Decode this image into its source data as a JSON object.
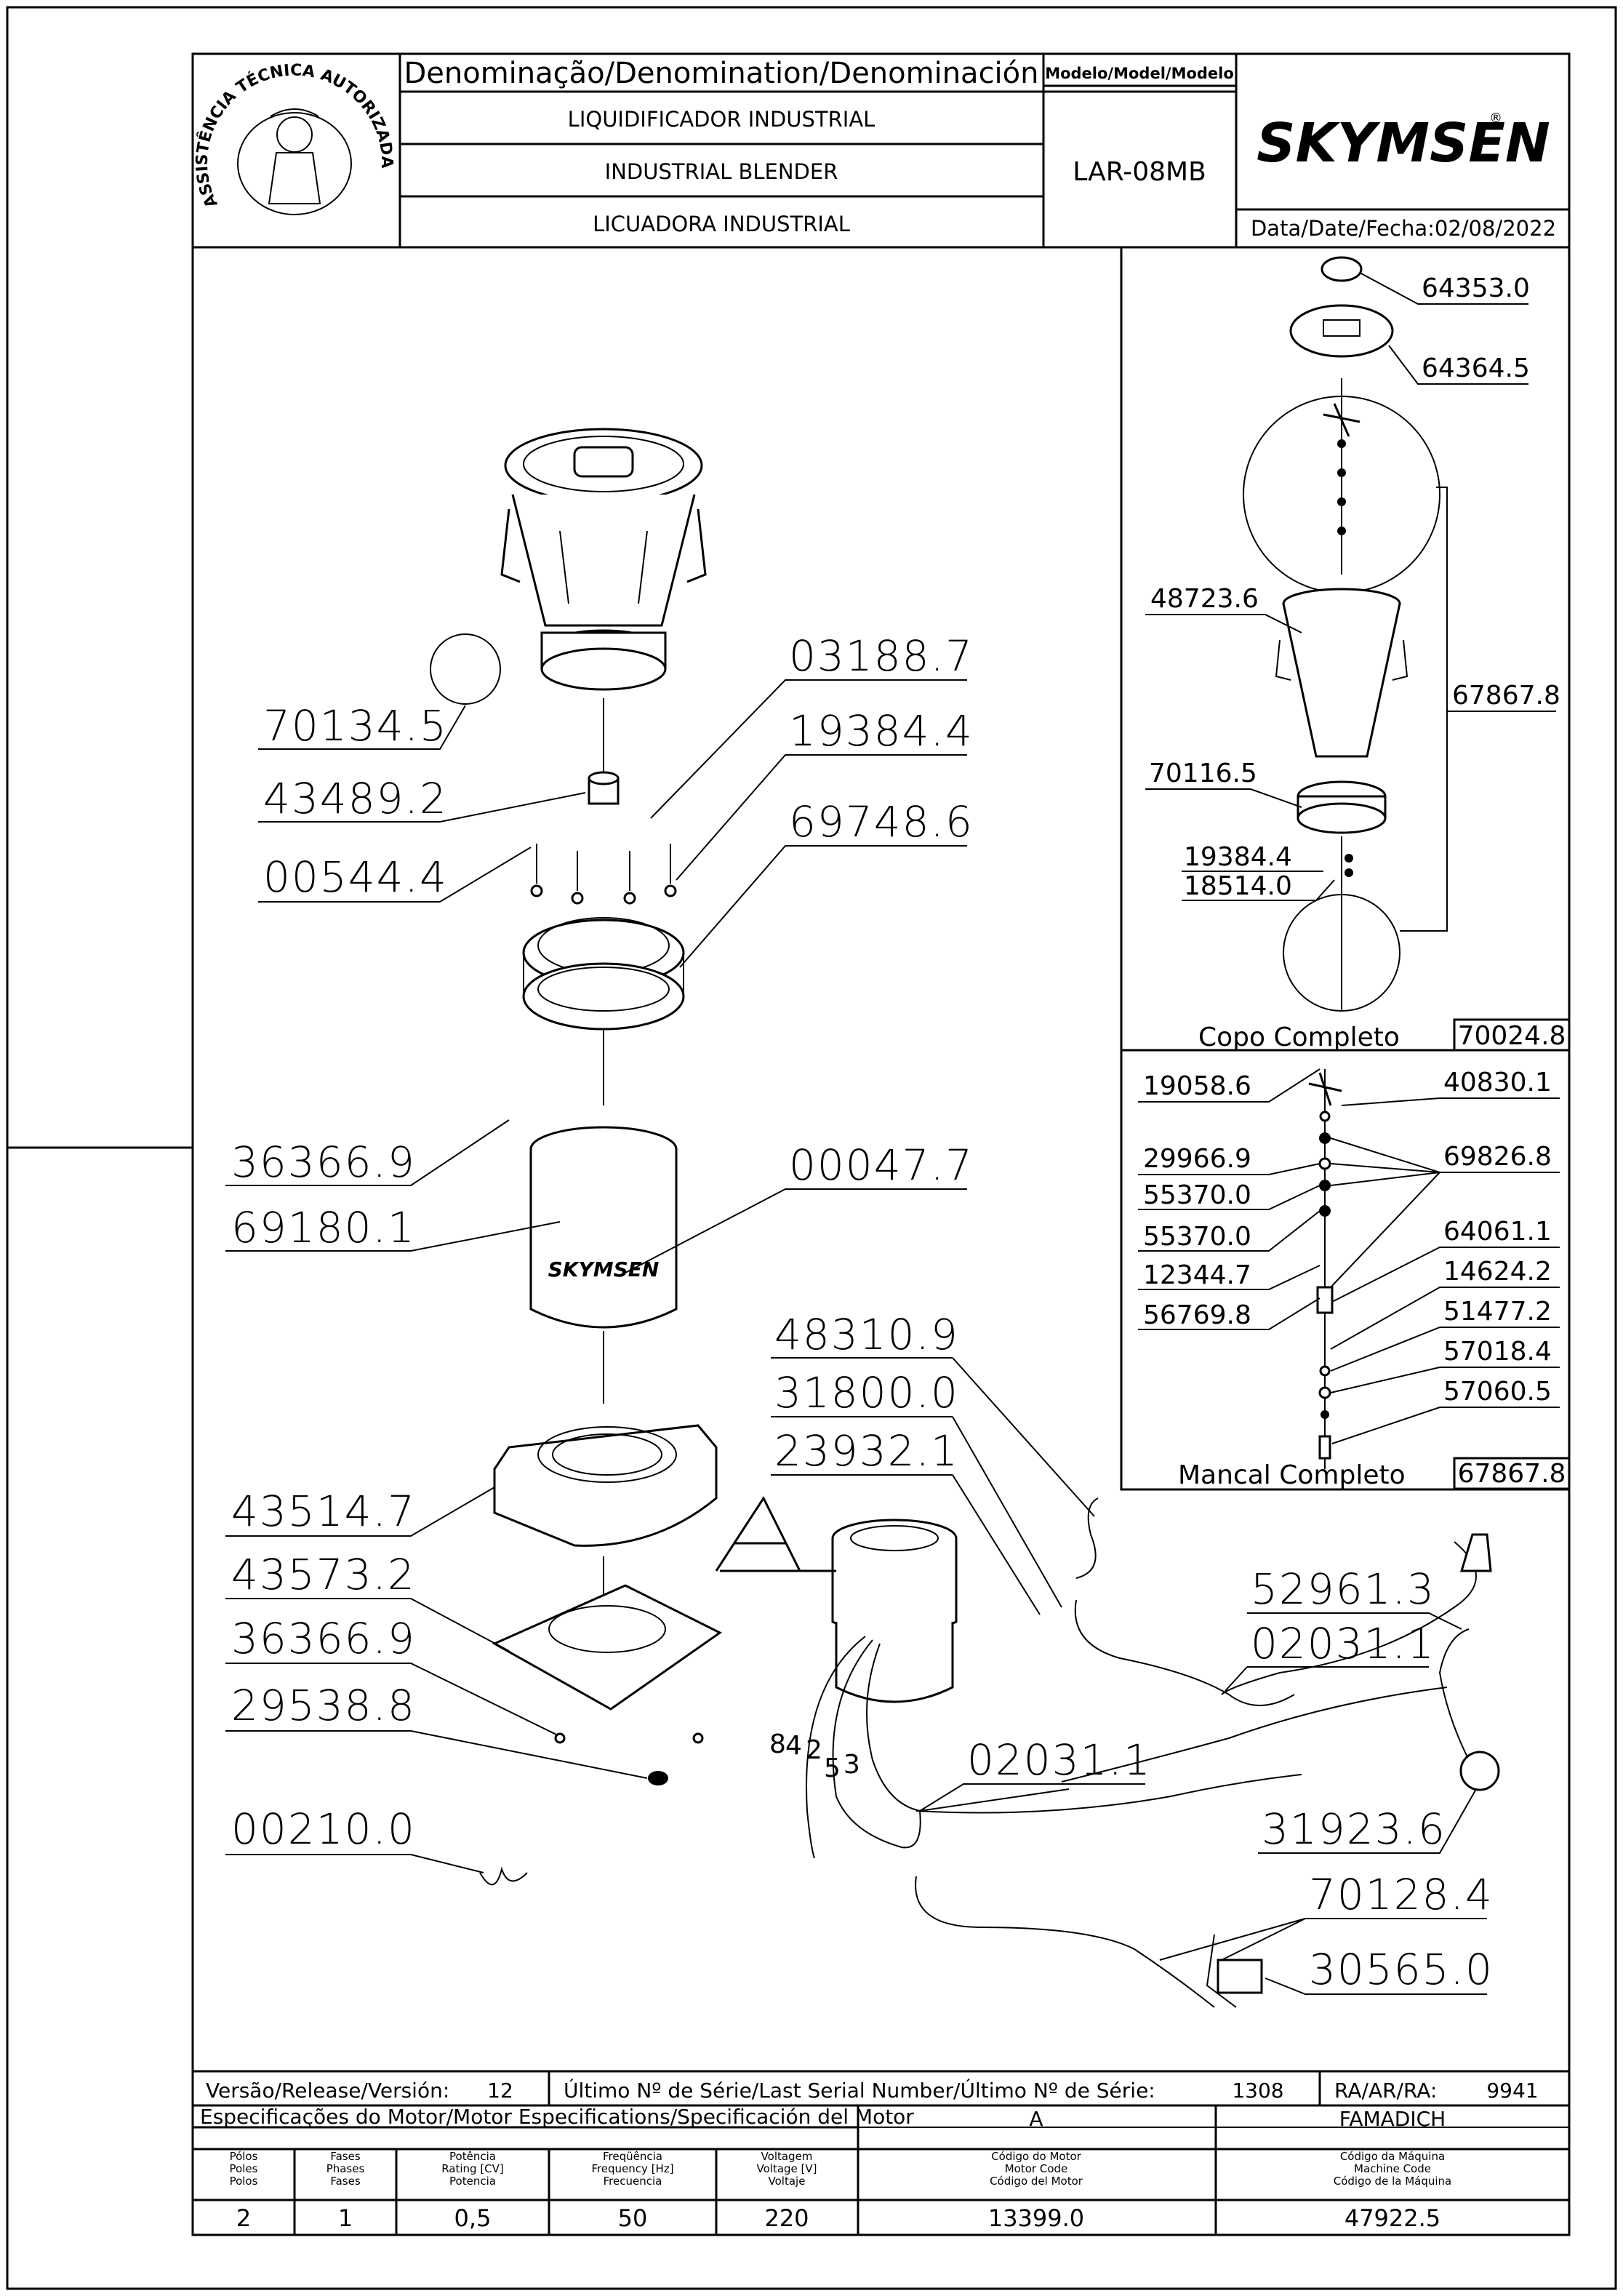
{
  "header": {
    "denomination_title": "Denominação/Denomination/Denominación",
    "model_title": "Modelo/Model/Modelo",
    "name_pt": "LIQUIDIFICADOR  INDUSTRIAL",
    "name_en": "INDUSTRIAL  BLENDER",
    "name_es": "LICUADORA  INDUSTRIAL",
    "model": "LAR-08MB",
    "brand": "SKYMSEN",
    "date": "Data/Date/Fecha:02/08/2022",
    "seal_text": "ASSISTÊNCIA TÉCNICA AUTORIZADA"
  },
  "main_parts": [
    "70134.5",
    "43489.2",
    "00544.4",
    "03188.7",
    "19384.4",
    "69748.6",
    "36366.9",
    "69180.1",
    "00047.7",
    "43514.7",
    "43573.2",
    "36366.9",
    "29538.8",
    "00210.0",
    "48310.9",
    "31800.0",
    "23932.1",
    "52961.3",
    "02031.1",
    "02031.1",
    "31923.6",
    "70128.4",
    "30565.0"
  ],
  "detail_letter": "A",
  "wire_numbers": [
    "8",
    "4",
    "2",
    "5",
    "3"
  ],
  "cup_panel": {
    "parts": [
      "64353.0",
      "64364.5",
      "48723.6",
      "67867.8",
      "70116.5",
      "19384.4",
      "18514.0"
    ],
    "caption": "Copo  Completo",
    "code": "70024.8"
  },
  "bearing_panel": {
    "parts_left": [
      "19058.6",
      "29966.9",
      "55370.0",
      "55370.0",
      "12344.7",
      "56769.8"
    ],
    "parts_right": [
      "40830.1",
      "69826.8",
      "64061.1",
      "14624.2",
      "51477.2",
      "57018.4",
      "57060.5"
    ],
    "caption": "Mancal  Completo",
    "code": "67867.8"
  },
  "footer": {
    "version_label": "Versão/Release/Versión:",
    "version": "12",
    "serial_label": "Último  Nº  de  Série/Last  Serial  Number/Último  Nº  de  Série:",
    "serial": "1308",
    "ra_label": "RA/AR/RA:",
    "ra": "9941",
    "motor_spec_title": "Especificações do Motor/Motor Especifications/Specificación del Motor",
    "motor_letter": "A",
    "manufacturer": "FAMADICH",
    "columns": [
      {
        "l1": "Pólos",
        "l2": "Poles",
        "l3": "Polos",
        "value": "2"
      },
      {
        "l1": "Fases",
        "l2": "Phases",
        "l3": "Fases",
        "value": "1"
      },
      {
        "l1": "Potência",
        "l2": "Rating [CV]",
        "l3": "Potencia",
        "value": "0,5"
      },
      {
        "l1": "Freqüência",
        "l2": "Frequency [Hz]",
        "l3": "Frecuencia",
        "value": "50"
      },
      {
        "l1": "Voltagem",
        "l2": "Voltage [V]",
        "l3": "Voltaje",
        "value": "220"
      },
      {
        "l1": "Código do Motor",
        "l2": "Motor Code",
        "l3": "Código del Motor",
        "value": "13399.0"
      },
      {
        "l1": "Código da Máquina",
        "l2": "Machine Code",
        "l3": "Código de la Máquina",
        "value": "47922.5"
      }
    ]
  },
  "colors": {
    "ink": "#000000",
    "paper": "#ffffff"
  }
}
